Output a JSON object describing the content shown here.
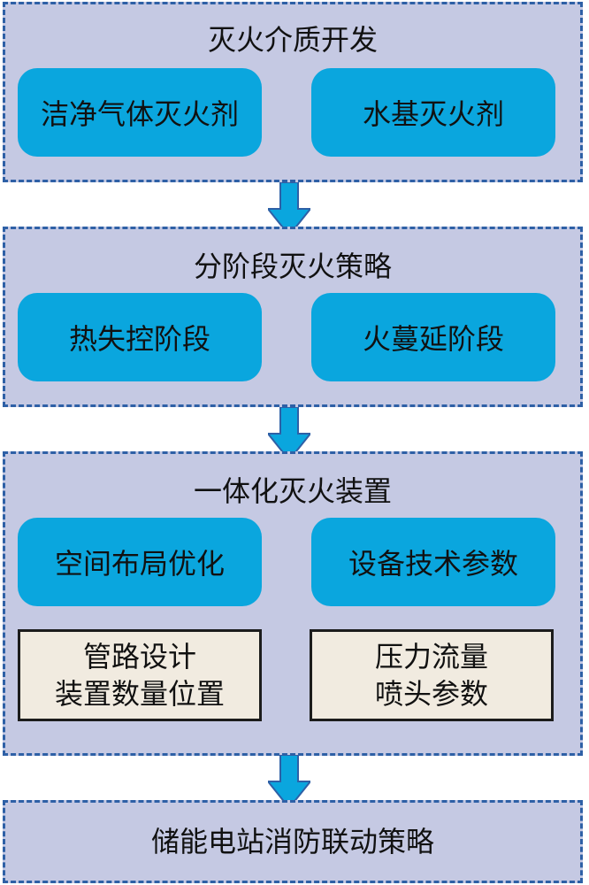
{
  "colors": {
    "panel_fill": "#c5c9e3",
    "panel_border": "#2e60a6",
    "box_fill": "#0aa6de",
    "subbox_fill": "#f1ebe0",
    "arrow_fill": "#0aa6de"
  },
  "panels": [
    {
      "title": "灭火介质开发",
      "boxes": [
        "洁净气体灭火剂",
        "水基灭火剂"
      ]
    },
    {
      "title": "分阶段灭火策略",
      "boxes": [
        "热失控阶段",
        "火蔓延阶段"
      ]
    },
    {
      "title": "一体化灭火装置",
      "boxes": [
        "空间布局优化",
        "设备技术参数"
      ],
      "subboxes": [
        {
          "lines": [
            "管路设计",
            "装置数量位置"
          ]
        },
        {
          "lines": [
            "压力流量",
            "喷头参数"
          ]
        }
      ]
    },
    {
      "title": "储能电站消防联动策略"
    }
  ],
  "arrow_icon": "down-arrow-icon"
}
